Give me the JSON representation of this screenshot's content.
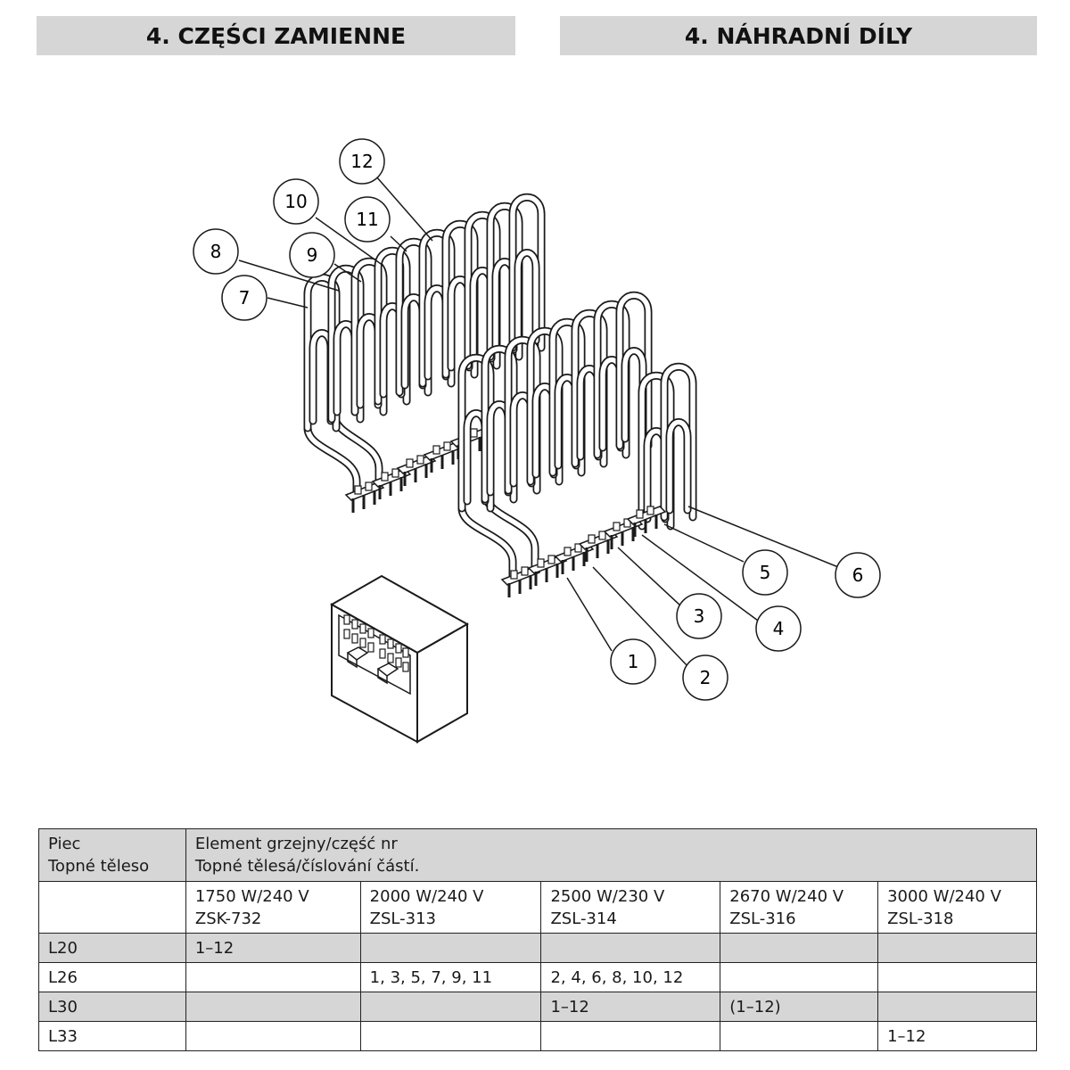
{
  "headers": {
    "left": "4. CZĘŚCI ZAMIENNE",
    "right": "4. NÁHRADNÍ DÍLY"
  },
  "diagram": {
    "callouts": [
      "1",
      "2",
      "3",
      "4",
      "5",
      "6",
      "7",
      "8",
      "9",
      "10",
      "11",
      "12"
    ],
    "colors": {
      "stroke": "#1a1a1a",
      "fill": "#ffffff",
      "header_bg": "#d6d6d6"
    }
  },
  "table": {
    "corner": [
      "Piec",
      "Topné těleso"
    ],
    "group_header": [
      "Element grzejny/część nr",
      "Topné tělesá/číslování částí."
    ],
    "models": [
      {
        "power": "1750 W/240 V",
        "code": "ZSK-732"
      },
      {
        "power": "2000 W/240 V",
        "code": "ZSL-313"
      },
      {
        "power": "2500 W/230 V",
        "code": "ZSL-314"
      },
      {
        "power": "2670 W/240 V",
        "code": "ZSL-316"
      },
      {
        "power": "3000 W/240 V",
        "code": "ZSL-318"
      }
    ],
    "rows": [
      {
        "stove": "L20",
        "cells": [
          "1–12",
          "",
          "",
          "",
          ""
        ]
      },
      {
        "stove": "L26",
        "cells": [
          "",
          "1, 3, 5, 7, 9, 11",
          "2, 4, 6, 8, 10, 12",
          "",
          ""
        ]
      },
      {
        "stove": "L30",
        "cells": [
          "",
          "",
          "1–12",
          "(1–12)",
          ""
        ]
      },
      {
        "stove": "L33",
        "cells": [
          "",
          "",
          "",
          "",
          "1–12"
        ]
      }
    ]
  }
}
